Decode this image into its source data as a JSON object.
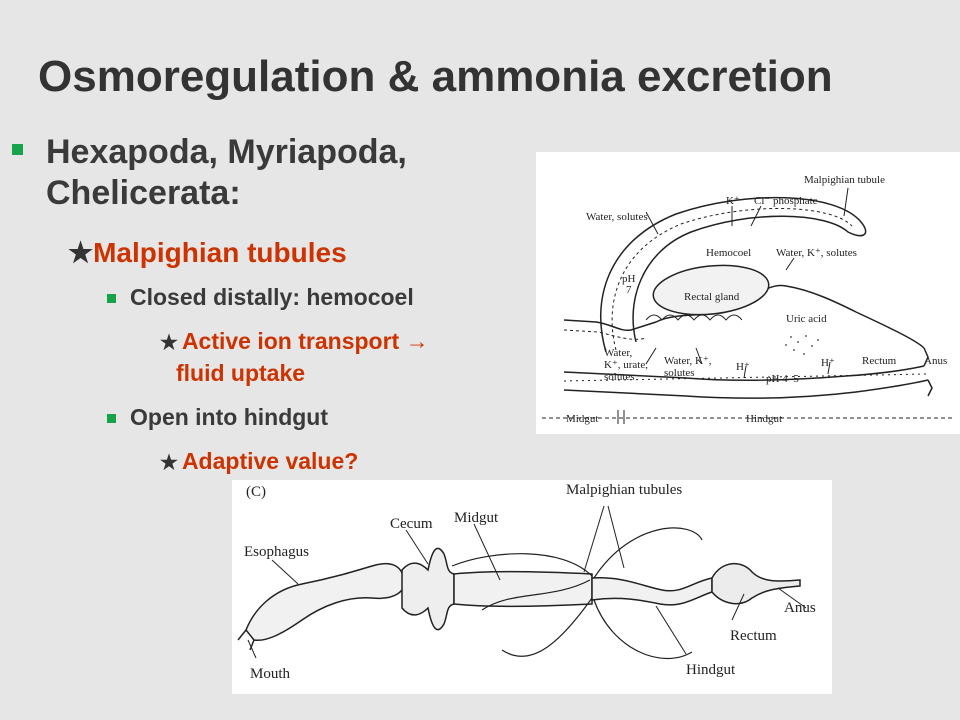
{
  "slide": {
    "title": "Osmoregulation & ammonia excretion",
    "bullets": {
      "level1": "Hexapoda, Myriapoda, Chelicerata:",
      "level2": "Malpighian tubules",
      "closed": "Closed distally: hemocoel",
      "active_line1": "Active ion transport",
      "active_arrow": "→",
      "active_line2": "fluid uptake",
      "open": "Open into hindgut",
      "adaptive": "Adaptive value?"
    },
    "colors": {
      "title": "#333333",
      "accent": "#cc3300",
      "bullet": "#16a34a",
      "background": "#e6e6e6"
    }
  },
  "figure_top": {
    "labels": {
      "malpighian": "Malpighian tubule",
      "k": "K⁺",
      "cl_phosphate": "Cl⁻ phosphate",
      "water_solutes": "Water, solutes",
      "hemocoel": "Hemocoel",
      "water_k_solutes": "Water, K⁺, solutes",
      "ph": "pH",
      "ph_val": "7",
      "rectal_gland": "Rectal gland",
      "uric_acid": "Uric acid",
      "water_k_urate_1": "Water,",
      "water_k_urate_2": "K⁺, urate,",
      "water_k_urate_3": "solutes",
      "water_k_2_1": "Water, K⁺,",
      "water_k_2_2": "solutes",
      "h1": "H⁺",
      "ph45": "pH 4–5",
      "h2": "H⁺",
      "rectum": "Rectum",
      "anus": "Anus",
      "midgut": "Midgut",
      "hindgut": "Hindgut"
    }
  },
  "figure_bottom": {
    "labels": {
      "panel": "(C)",
      "malpighian": "Malpighian tubules",
      "cecum": "Cecum",
      "midgut": "Midgut",
      "esophagus": "Esophagus",
      "anus": "Anus",
      "rectum": "Rectum",
      "hindgut": "Hindgut",
      "mouth": "Mouth"
    }
  }
}
